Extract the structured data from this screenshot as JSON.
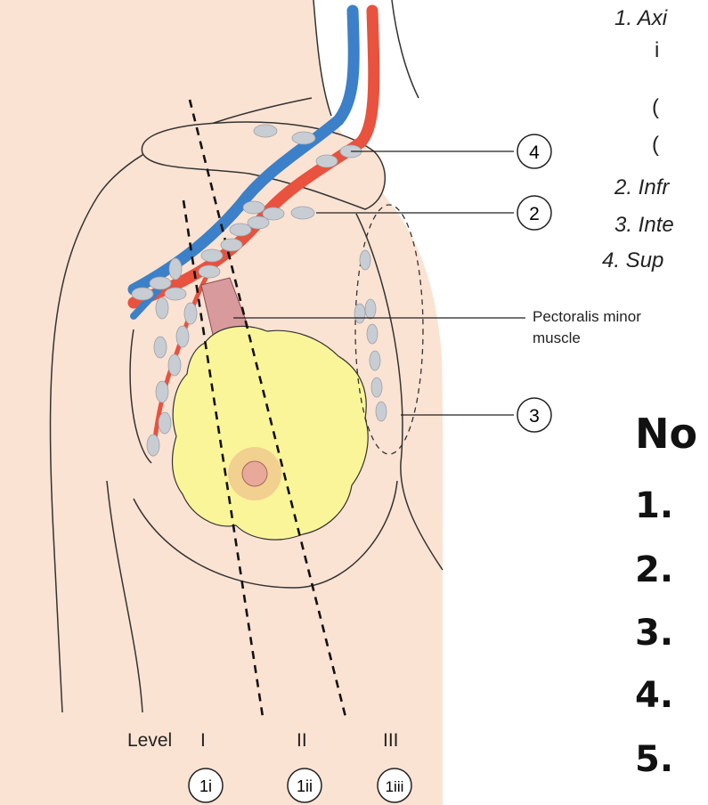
{
  "legend": {
    "item1": "1. Axi",
    "item1_i": "i",
    "item1_paren_a": "(",
    "item1_paren_b": "(",
    "item2": "2. Infr",
    "item3": "3. Inte",
    "item4": "4. Sup"
  },
  "callouts": [
    "4",
    "2",
    "3"
  ],
  "muscle_label": {
    "line1": "Pectoralis minor",
    "line2": "muscle"
  },
  "levels": {
    "word": "Level",
    "i": "I",
    "ii": "II",
    "iii": "III",
    "circle_i": "1i",
    "circle_ii": "1ii",
    "circle_iii": "1iii"
  },
  "nodes_heading": "No",
  "numbered_list": [
    "1.",
    "2.",
    "3.",
    "4.",
    "5."
  ],
  "colors": {
    "skin": "#fbe3d3",
    "skin_outline": "#333333",
    "vein": "#3b80c8",
    "artery": "#e8523e",
    "lymph_node": "#c8cdd3",
    "breast_tissue": "#fbf59a",
    "muscle": "#d99a9e"
  }
}
